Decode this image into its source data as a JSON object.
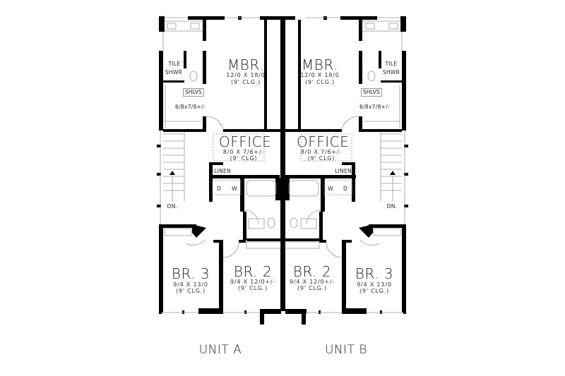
{
  "plan": {
    "units": [
      {
        "label": "UNIT A",
        "rooms": {
          "mbr": {
            "name": "MBR.",
            "size": "12/0 X 18/0",
            "ceiling": "(9' CLG.)"
          },
          "office": {
            "name": "OFFICE",
            "size": "8/0 X 7/6+/-",
            "ceiling": "(9' CLG)"
          },
          "br2": {
            "name": "BR. 2",
            "size": "9/4 X 12/0+/-",
            "ceiling": "(9' CLG.)"
          },
          "br3": {
            "name": "BR. 3",
            "size": "9/4 X 13/0",
            "ceiling": "(9' CLG.)"
          }
        },
        "labels": {
          "tile": "TILE",
          "shwr": "SHWR",
          "shlvs": "SHLVS",
          "closet": "6/8x7/8+/-",
          "linen": "LINEN",
          "dryer": "D",
          "washer": "W",
          "stairs": "DN."
        }
      },
      {
        "label": "UNIT B",
        "rooms": {
          "mbr": {
            "name": "MBR.",
            "size": "12/0 X 18/0",
            "ceiling": "(9' CLG.)"
          },
          "office": {
            "name": "OFFICE",
            "size": "8/0 X 7/6+/-",
            "ceiling": "(9' CLG)"
          },
          "br2": {
            "name": "BR. 2",
            "size": "9/4 X 12/0+/-",
            "ceiling": "(9' CLG.)"
          },
          "br3": {
            "name": "BR. 3",
            "size": "9/4 X 13/0",
            "ceiling": "(9' CLG.)"
          }
        },
        "labels": {
          "tile": "TILE",
          "shwr": "SHWR",
          "shlvs": "SHLVS",
          "closet": "6/8x7/8+/-",
          "linen": "LINEN",
          "dryer": "D",
          "washer": "W",
          "stairs": "DN."
        }
      }
    ]
  }
}
